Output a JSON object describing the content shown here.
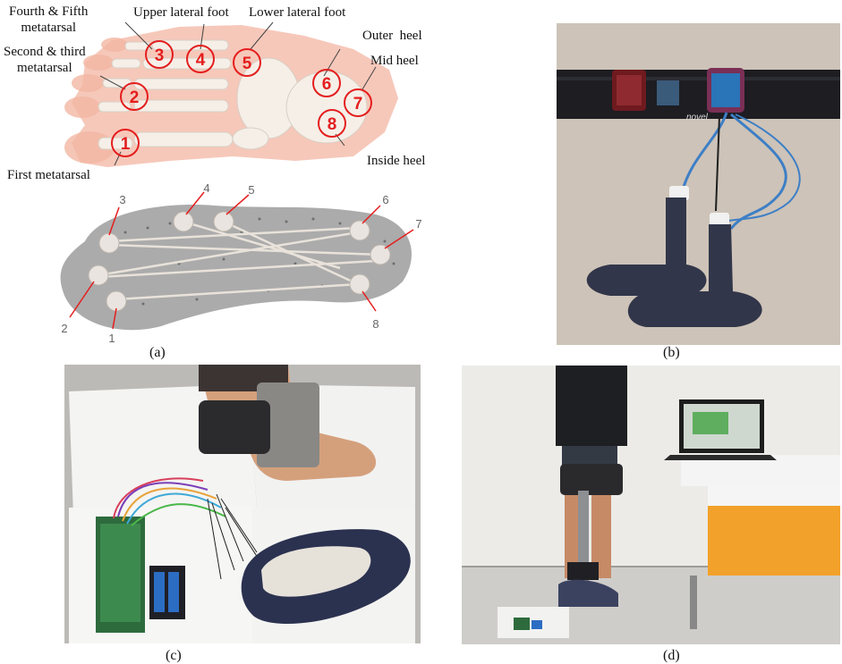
{
  "panel_a": {
    "caption": "(a)",
    "foot_labels": {
      "fourth_fifth": "Fourth & Fifth\nmetatarsal",
      "second_third": "Second & third\nmetatarsal",
      "first": "First metatarsal",
      "upper_lateral": "Upper lateral foot",
      "lower_lateral": "Lower lateral foot",
      "outer_heel": "Outer  heel",
      "mid_heel": "Mid heel",
      "inside_heel": "Inside heel"
    },
    "foot_markers": [
      "1",
      "2",
      "3",
      "4",
      "5",
      "6",
      "7",
      "8"
    ],
    "insole_markers": [
      "1",
      "2",
      "3",
      "4",
      "5",
      "6",
      "7",
      "8"
    ],
    "colors": {
      "marker": "#e41e1e",
      "foot": "#f3b6a3",
      "insole": "#9c9c9c"
    }
  },
  "panel_b": {
    "caption": "(b)",
    "logo_text": "novel"
  },
  "panel_c": {
    "caption": "(c)"
  },
  "panel_d": {
    "caption": "(d)"
  }
}
